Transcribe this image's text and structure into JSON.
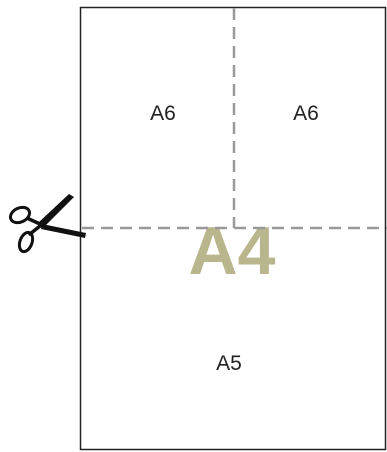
{
  "sheet": {
    "label": "A4",
    "label_color": "#b9b58c"
  },
  "sections": [
    {
      "name": "section-top-left",
      "label": "A6"
    },
    {
      "name": "section-top-right",
      "label": "A6"
    },
    {
      "name": "section-bottom",
      "label": "A5"
    }
  ],
  "cut_lines": {
    "style": "dashed",
    "color": "#999999"
  },
  "icons": {
    "cut_marker": "scissors-icon"
  },
  "colors": {
    "border": "#222222",
    "text": "#222222",
    "background": "#ffffff"
  }
}
